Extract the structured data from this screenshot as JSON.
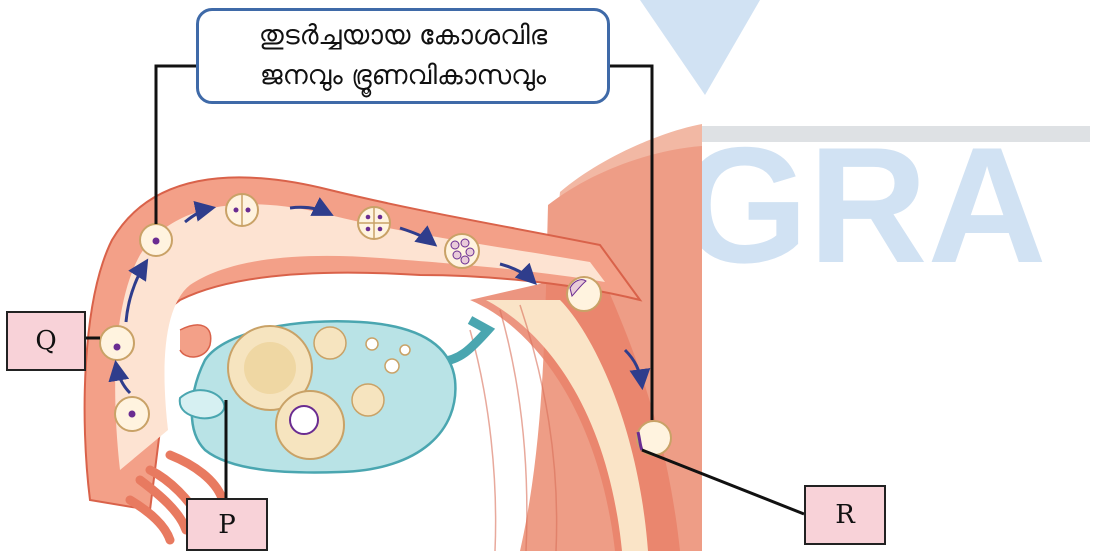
{
  "caption": {
    "line1": "തുടർച്ചയായ കോശവിഭ",
    "line2": "ജനവും ഭ്രൂണവികാസവും"
  },
  "labels": {
    "q": "Q",
    "p": "P",
    "r": "R"
  },
  "watermark": "GRA",
  "colors": {
    "uterus_muscle": "#f2b8a4",
    "uterus_lining": "#e87a60",
    "tube_wall": "#f3a088",
    "tube_lumen": "#fde3d2",
    "ovary": "#b9e3e6",
    "ovary_outline": "#4aa6b0",
    "callout_border": "#3f6aa8",
    "label_fill": "#f8d2d8",
    "arrow": "#2f3d8c",
    "nucleus": "#6a2c91",
    "watermark": "#6fa3d8"
  }
}
